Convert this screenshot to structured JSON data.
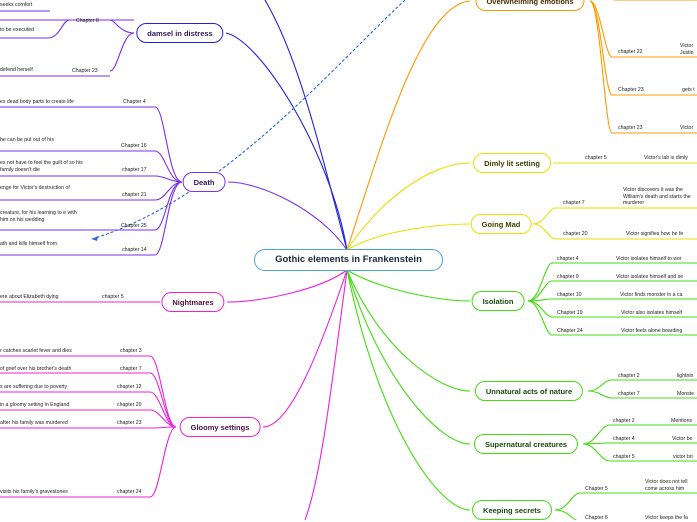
{
  "central": {
    "label": "Gothic elements in Frankenstein"
  },
  "colors": {
    "purple": "#7b2ff0",
    "blue": "#2222dd",
    "orange": "#ff9900",
    "yellow": "#e8e000",
    "green": "#44dd11",
    "magenta": "#ee22dd"
  },
  "branches": {
    "damsel": {
      "label": "damsel in distress",
      "chap1": "Chapter 8",
      "leaf1": "seeks comfort",
      "leaf2": "to be executed",
      "chap2": "Chapter 23",
      "leaf3": "defend herself"
    },
    "death": {
      "label": "Death",
      "items": [
        {
          "chapter": "Chapter 4",
          "text": "es dead body parts to create life"
        },
        {
          "chapter": "Chapter 16",
          "text": "he can be put out of his"
        },
        {
          "chapter": "chapter 17",
          "text": "es not have to feel the guilt of so his family doesn't die"
        },
        {
          "chapter": "chapter 21",
          "text": "enge for Victor's destruction of"
        },
        {
          "chapter": "Chapter 25",
          "text": "creature, for his learning to e with him on his wedding"
        },
        {
          "chapter": "chapter 14",
          "text": "ath and kills himself from"
        }
      ]
    },
    "nightmares": {
      "label": "Nightmares",
      "chapter": "chapter 5",
      "text": "ere about Elizabeth dying"
    },
    "gloomy": {
      "label": "Gloomy settings",
      "items": [
        {
          "chapter": "chapter 3",
          "text": "r catches scarlet fever and dies"
        },
        {
          "chapter": "chapter 7",
          "text": "of grief over his brother's death"
        },
        {
          "chapter": "chapter 12",
          "text": "s are suffering due to poverty"
        },
        {
          "chapter": "chapter 20",
          "text": "in a gloomy setting in England"
        },
        {
          "chapter": "chapter 23",
          "text": "after his family was murdered"
        },
        {
          "chapter": "chapter 24",
          "text": "visits his family's gravestones"
        }
      ]
    },
    "overwhelming": {
      "label": "Overwhelming emotions",
      "items": [
        {
          "chapter": "chapter 22",
          "text": "Victor Justin"
        },
        {
          "chapter": "Chapter 23",
          "text": "gets t"
        },
        {
          "chapter": "chapter 23",
          "text": "Victor"
        }
      ]
    },
    "dimly": {
      "label": "Dimly lit setting",
      "chapter": "chapter 5",
      "text": "Victor's lab is dimly"
    },
    "mad": {
      "label": "Going Mad",
      "items": [
        {
          "chapter": "chapter 7",
          "text": "Victor discovers it was the William's death and starts the murderer"
        },
        {
          "chapter": "chapter 20",
          "text": "Victor signifies how he fe"
        }
      ]
    },
    "isolation": {
      "label": "Isolation",
      "items": [
        {
          "chapter": "chapter 4",
          "text": "Victor isolates himself to wor"
        },
        {
          "chapter": "chapter 9",
          "text": "Victor isolates himself and se"
        },
        {
          "chapter": "chapter 10",
          "text": "Victor finds monster in a ca"
        },
        {
          "chapter": "Chapter 19",
          "text": "Victor also isolates himself"
        },
        {
          "chapter": "Chapter 24",
          "text": "Victor feels alone boarding"
        }
      ]
    },
    "unnatural": {
      "label": "Unnatural acts of nature",
      "items": [
        {
          "chapter": "chapter 2",
          "text": "lightnin"
        },
        {
          "chapter": "chapter 7",
          "text": "Monste"
        }
      ]
    },
    "supernatural": {
      "label": "Supernatural creatures",
      "items": [
        {
          "chapter": "chapter 2",
          "text": "Mentions"
        },
        {
          "chapter": "chapter 4",
          "text": "Victor be"
        },
        {
          "chapter": "chapter 5",
          "text": "victor bri"
        }
      ]
    },
    "secrets": {
      "label": "Keeping secrets",
      "items": [
        {
          "chapter": "Chapter 5",
          "text": "Victor does not tell come across him"
        },
        {
          "chapter": "Chapter 6",
          "text": "Victor keeps the fa"
        }
      ]
    }
  }
}
